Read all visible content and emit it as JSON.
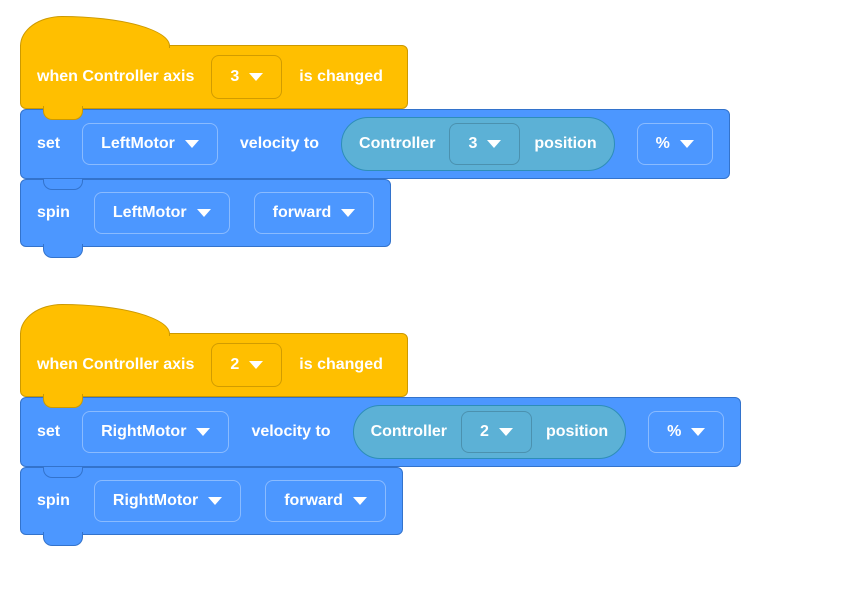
{
  "app": "block-coding-workspace",
  "palette": {
    "canvas_bg": "#FFFFFF",
    "yellow_fill": "#FFBF00",
    "yellow_border": "#CC9900",
    "blue_fill": "#4C97FF",
    "blue_border": "#3373CC",
    "teal_fill": "#5CB1D6",
    "teal_border": "#2E8EB8",
    "text": "#FFFFFF"
  },
  "icons": {
    "dropdown_arrow": "▾"
  },
  "stacks": [
    {
      "hat": {
        "text_before": "when Controller axis",
        "axis_value": "3",
        "text_after": "is changed"
      },
      "set_block": {
        "verb": "set",
        "motor": "LeftMotor",
        "label": "velocity to",
        "sensor": {
          "device": "Controller",
          "axis_value": "3",
          "property": "position"
        },
        "unit": "%"
      },
      "spin_block": {
        "verb": "spin",
        "motor": "LeftMotor",
        "direction": "forward"
      }
    },
    {
      "hat": {
        "text_before": "when Controller axis",
        "axis_value": "2",
        "text_after": "is changed"
      },
      "set_block": {
        "verb": "set",
        "motor": "RightMotor",
        "label": "velocity to",
        "sensor": {
          "device": "Controller",
          "axis_value": "2",
          "property": "position"
        },
        "unit": "%"
      },
      "spin_block": {
        "verb": "spin",
        "motor": "RightMotor",
        "direction": "forward"
      }
    }
  ]
}
